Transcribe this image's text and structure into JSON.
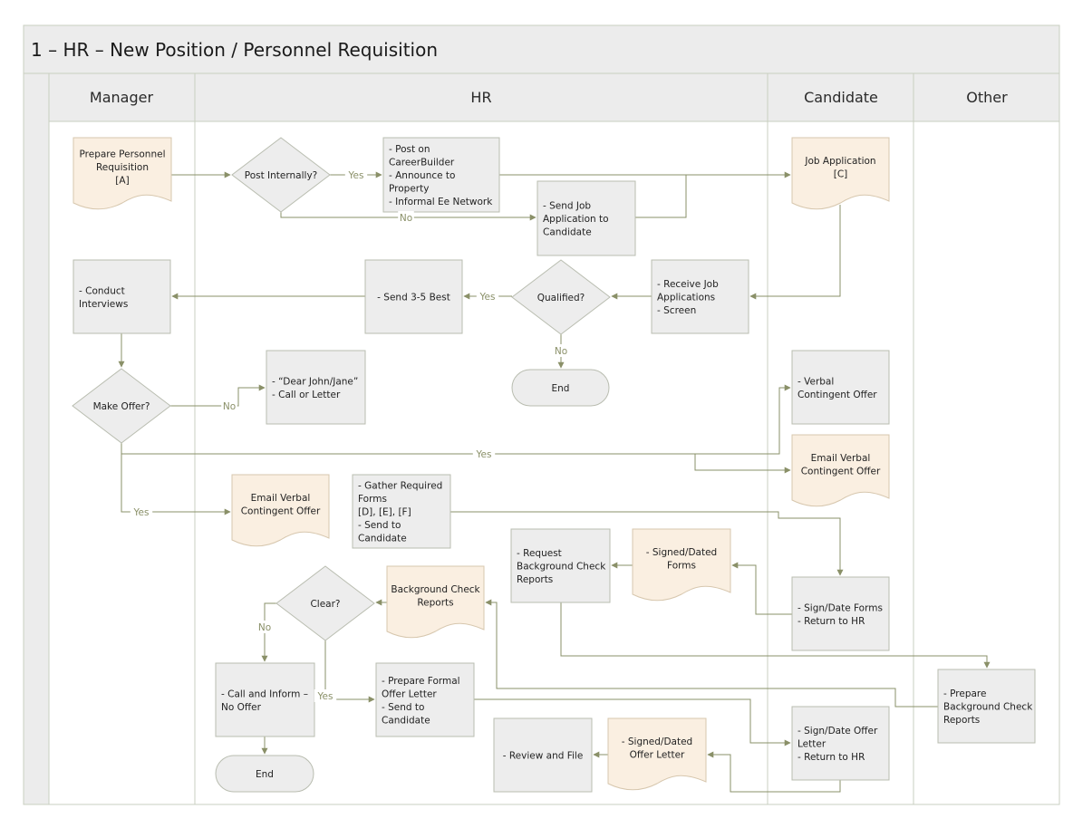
{
  "title": "1 – HR – New Position / Personnel Requisition",
  "lanes": {
    "manager": "Manager",
    "hr": "HR",
    "candidate": "Candidate",
    "other": "Other"
  },
  "nodes": {
    "prepare_requisition": [
      "Prepare Personnel",
      "Requisition",
      "[A]"
    ],
    "post_internally": [
      "Post Internally?"
    ],
    "post_careerbuilder": [
      "- Post on",
      "CareerBuilder",
      "- Announce to",
      "Property",
      "- Informal Ee Network"
    ],
    "job_application": [
      "Job Application",
      "[C]"
    ],
    "send_job_application": [
      "- Send Job",
      "Application to",
      "Candidate"
    ],
    "conduct_interviews": [
      "- Conduct",
      "Interviews"
    ],
    "send_best": [
      "- Send 3-5 Best"
    ],
    "qualified": [
      "Qualified?"
    ],
    "receive_applications": [
      "- Receive Job",
      "Applications",
      "- Screen"
    ],
    "end_hr": [
      "End"
    ],
    "make_offer": [
      "Make Offer?"
    ],
    "dear_john": [
      "- “Dear John/Jane”",
      "- Call or Letter"
    ],
    "verbal_offer": [
      "- Verbal",
      "Contingent Offer"
    ],
    "email_offer_candidate": [
      "Email Verbal",
      "Contingent Offer"
    ],
    "email_offer_hr": [
      "Email Verbal",
      "Contingent Offer"
    ],
    "gather_forms": [
      "- Gather Required",
      "Forms",
      "[D], [E], [F]",
      "- Send to",
      "Candidate"
    ],
    "request_background": [
      "- Request",
      "Background Check",
      "Reports"
    ],
    "signed_forms": [
      "- Signed/Dated",
      "Forms"
    ],
    "sign_forms": [
      "- Sign/Date Forms",
      "- Return to HR"
    ],
    "clear": [
      "Clear?"
    ],
    "background_reports": [
      "Background Check",
      "Reports"
    ],
    "prepare_background": [
      "- Prepare",
      "Background Check",
      "Reports"
    ],
    "call_inform": [
      "- Call and Inform –",
      "No Offer"
    ],
    "prepare_offer_letter": [
      "- Prepare Formal",
      "Offer Letter",
      "- Send to",
      "Candidate"
    ],
    "sign_offer_letter": [
      "- Sign/Date Offer",
      "Letter",
      "- Return to HR"
    ],
    "review_file": [
      "- Review and File"
    ],
    "signed_offer_letter": [
      "- Signed/Dated",
      "Offer Letter"
    ],
    "end_manager": [
      "End"
    ]
  },
  "labels": {
    "yes": "Yes",
    "no": "No"
  },
  "colors": {
    "lane_header": "#ececec",
    "border": "#c9cfc0",
    "process": "#ededed",
    "document": "#faefe1",
    "connector": "#8a9068",
    "shape_stroke": "#9aa085"
  }
}
